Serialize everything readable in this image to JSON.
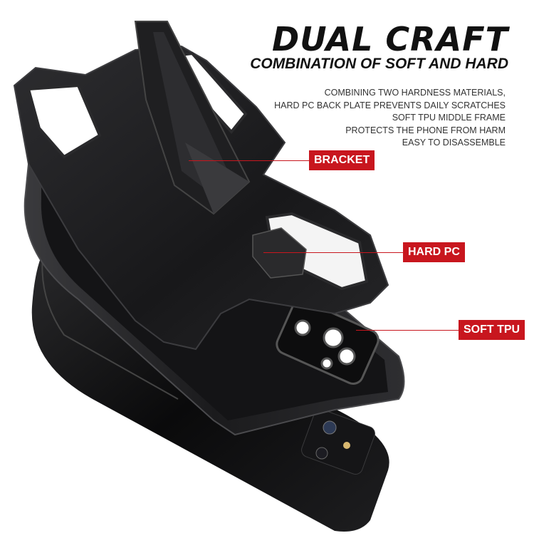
{
  "header": {
    "title": "DUAL CRAFT",
    "subtitle": "COMBINATION OF SOFT AND HARD"
  },
  "description": [
    "COMBINING TWO HARDNESS MATERIALS,",
    "HARD PC BACK PLATE PREVENTS DAILY SCRATCHES",
    "SOFT TPU MIDDLE FRAME",
    "PROTECTS THE PHONE FROM HARM",
    "EASY TO DISASSEMBLE"
  ],
  "callouts": {
    "bracket": "BRACKET",
    "hard_pc": "HARD PC",
    "soft_tpu": "SOFT TPU"
  },
  "colors": {
    "accent": "#c8161e",
    "case": "#1c1c1e",
    "phone": "#0b0b0c",
    "background": "#ffffff"
  }
}
